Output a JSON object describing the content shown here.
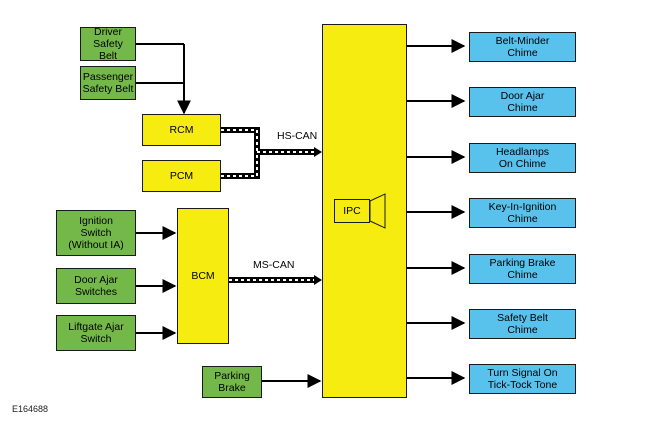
{
  "colors": {
    "input": "#74b84a",
    "module": "#f7ec10",
    "output": "#58c1ec",
    "line": "#000000"
  },
  "inputs": {
    "driver_belt": "Driver Safety\nBelt",
    "passenger_belt": "Passenger\nSafety Belt",
    "ignition": "Ignition\nSwitch\n(Without IA)",
    "door_ajar_switches": "Door Ajar\nSwitches",
    "liftgate": "Liftgate Ajar\nSwitch",
    "parking_brake": "Parking\nBrake"
  },
  "modules": {
    "rcm": "RCM",
    "pcm": "PCM",
    "bcm": "BCM",
    "ipc": "IPC"
  },
  "buses": {
    "hs_can": "HS-CAN",
    "ms_can": "MS-CAN"
  },
  "outputs": [
    "Belt-Minder\nChime",
    "Door Ajar\nChime",
    "Headlamps\nOn Chime",
    "Key-In-Ignition\nChime",
    "Parking Brake\nChime",
    "Safety Belt\nChime",
    "Turn Signal On\nTick-Tock Tone"
  ],
  "figure_id": "E164688",
  "speaker_icon": "speaker-icon"
}
